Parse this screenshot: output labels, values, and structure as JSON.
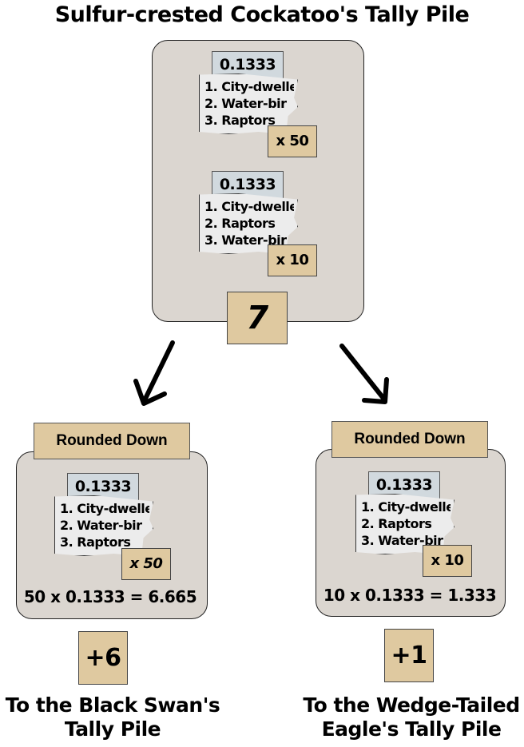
{
  "title": "Sulfur-crested Cockatoo's Tally Pile",
  "source_pile": {
    "ballots": [
      {
        "value": "0.1333",
        "preferences": [
          "1. City-dwelle",
          "2. Water-bir",
          "3. Raptors"
        ],
        "multiplier": "x 50"
      },
      {
        "value": "0.1333",
        "preferences": [
          "1. City-dwelle",
          "2. Raptors",
          "3. Water-bir"
        ],
        "multiplier": "x 10"
      }
    ],
    "total": "7"
  },
  "arrows": [
    {
      "direction": "down-left",
      "icon": "arrow-down-left-icon"
    },
    {
      "direction": "down-right",
      "icon": "arrow-down-right-icon"
    }
  ],
  "left_transfer": {
    "label": "Rounded Down",
    "ballot": {
      "value": "0.1333",
      "preferences": [
        "1. City-dwelle",
        "2. Water-bir",
        "3. Raptors"
      ],
      "multiplier": "x 50"
    },
    "equation": "50 x 0.1333 = 6.665",
    "result": "+6",
    "destination_line1": "To the Black Swan's",
    "destination_line2": "Tally Pile"
  },
  "right_transfer": {
    "label": "Rounded Down",
    "ballot": {
      "value": "0.1333",
      "preferences": [
        "1. City-dwelle",
        "2. Raptors",
        "3. Water-bir"
      ],
      "multiplier": "x 10"
    },
    "equation": "10 x 0.1333 = 1.333",
    "result": "+1",
    "destination_line1": "To the Wedge-Tailed",
    "destination_line2": "Eagle's Tally Pile"
  },
  "colors": {
    "pile_bg": "#dbd6d0",
    "tan": "#dfc9a0",
    "ballot_value_bg": "#d1d9de",
    "paper": "#ececec"
  }
}
